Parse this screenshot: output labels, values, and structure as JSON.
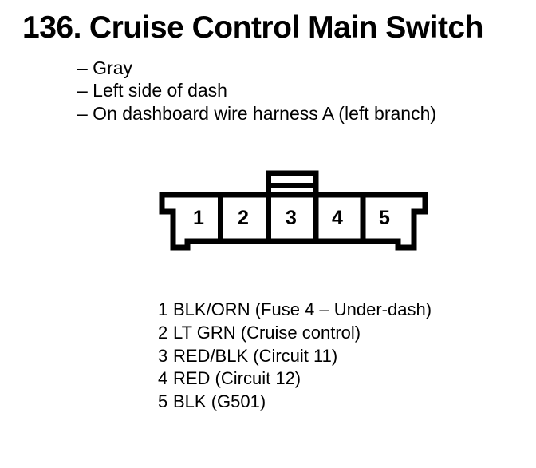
{
  "header": {
    "number": "136.",
    "title": "Cruise Control Main Switch",
    "attributes": [
      "– Gray",
      "– Left side of dash",
      "– On dashboard wire harness A (left branch)"
    ]
  },
  "connector": {
    "pins": [
      "1",
      "2",
      "3",
      "4",
      "5"
    ]
  },
  "pin_list": [
    {
      "pin": "1",
      "desc": "BLK/ORN (Fuse 4 – Under-dash)"
    },
    {
      "pin": "2",
      "desc": "LT GRN (Cruise control)"
    },
    {
      "pin": "3",
      "desc": "RED/BLK (Circuit 11)"
    },
    {
      "pin": "4",
      "desc": "RED (Circuit 12)"
    },
    {
      "pin": "5",
      "desc": "BLK (G501)"
    }
  ],
  "colors": {
    "ink": "#000000",
    "paper": "#ffffff"
  }
}
